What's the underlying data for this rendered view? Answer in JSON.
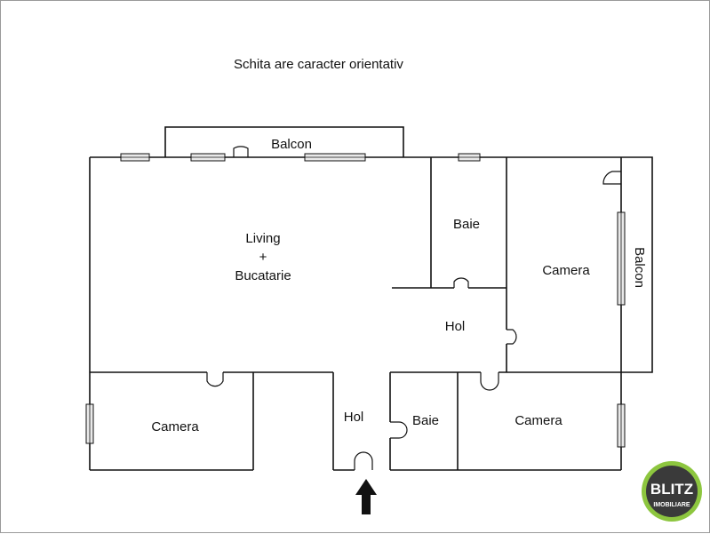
{
  "note": "Schita are caracter orientativ",
  "rooms": {
    "balcon_top": "Balcon",
    "living_l1": "Living",
    "living_l2": "+",
    "living_l3": "Bucatarie",
    "baie_top": "Baie",
    "camera_right": "Camera",
    "balcon_right": "Balcon",
    "hol_upper": "Hol",
    "camera_left": "Camera",
    "hol_lower": "Hol",
    "baie_bottom": "Baie",
    "camera_bottom": "Camera"
  },
  "logo": {
    "brand": "BLITZ",
    "sub": "IMOBILIARE",
    "colors": {
      "ring": "#8dc63f",
      "fill": "#3a3a3a"
    }
  },
  "entrance_icon": "arrow-up-icon"
}
